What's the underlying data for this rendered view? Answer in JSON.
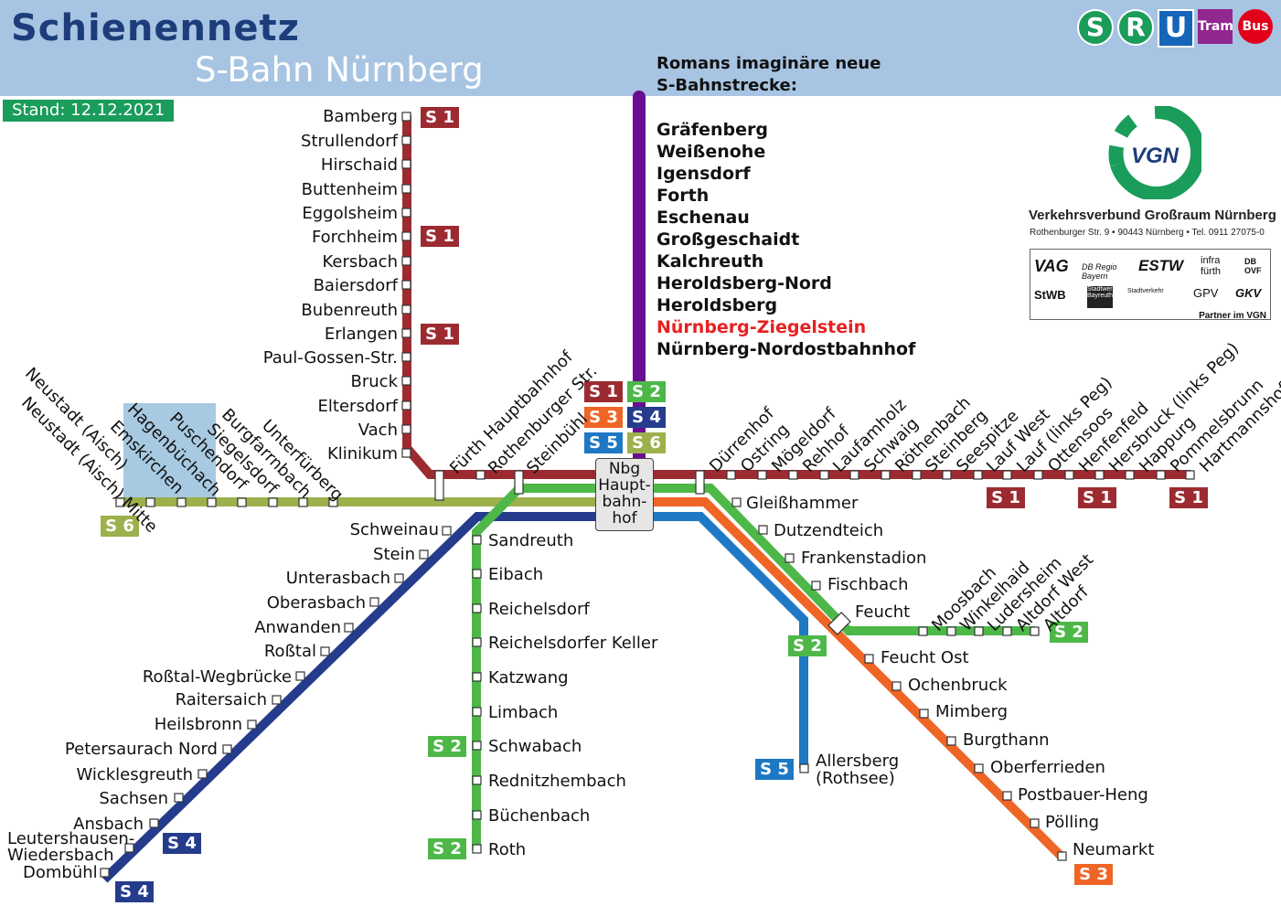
{
  "header": {
    "title": "Schienennetz",
    "subtitle": "S-Bahn Nürnberg",
    "stand": "Stand: 12.12.2021",
    "modes": [
      "S",
      "R",
      "U",
      "Tram",
      "Bus"
    ]
  },
  "colors": {
    "header_bg": "#a7c4e2",
    "s1": "#9c2b31",
    "s2": "#4db848",
    "s3": "#ef6526",
    "s4": "#253c8c",
    "s5": "#1e78c3",
    "s6": "#9cb04c",
    "new_line": "#6a0d91",
    "highlight": "#e82020"
  },
  "lines": {
    "s1": "S 1",
    "s2": "S 2",
    "s3": "S 3",
    "s4": "S 4",
    "s5": "S 5",
    "s6": "S 6"
  },
  "hub": {
    "line1": "Nbg",
    "line2": "Haupt-",
    "line3": "bahn-",
    "line4": "hof"
  },
  "proposal": {
    "heading1": "Romans imaginäre neue",
    "heading2": "S-Bahnstrecke:",
    "stations": [
      "Gräfenberg",
      "Weißenohe",
      "Igensdorf",
      "Forth",
      "Eschenau",
      "Großgeschaidt",
      "Kalchreuth",
      "Heroldsberg-Nord",
      "Heroldsberg"
    ],
    "highlight_station": "Nürnberg-Ziegelstein",
    "last_station": "Nürnberg-Nordostbahnhof"
  },
  "vgn": {
    "logo_text": "VGN",
    "name": "Verkehrsverbund Großraum Nürnberg",
    "address": "Rothenburger Str. 9 • 90443 Nürnberg • Tel. 0911 27075-0",
    "partners": [
      "VAG",
      "DB Regio Bayern",
      "ESTW",
      "infra fürth",
      "DB OVF",
      "StWB",
      "Stadtwerke Bayreuth",
      "Stadtverkehr",
      "GPV",
      "GKV"
    ],
    "partner_label": "Partner im VGN"
  },
  "stations": {
    "north": [
      "Bamberg",
      "Strullendorf",
      "Hirschaid",
      "Buttenheim",
      "Eggolsheim",
      "Forchheim",
      "Kersbach",
      "Baiersdorf",
      "Bubenreuth",
      "Erlangen",
      "Paul-Gossen-Str.",
      "Bruck",
      "Eltersdorf",
      "Vach",
      "Klinikum"
    ],
    "west_s1": [
      "Fürth Hauptbahnhof",
      "Rothenburger Str.",
      "Steinbühl"
    ],
    "west_s6": [
      "Neustadt (Aisch)",
      "Neustadt (Aisch) Mitte",
      "Emskirchen",
      "Hagenbüchach",
      "Puschendorf",
      "Siegelsdorf",
      "Burgfarrnbach",
      "Unterfürberg"
    ],
    "east_s1": [
      "Dürrenhof",
      "Ostring",
      "Mögeldorf",
      "Rehhof",
      "Laufamholz",
      "Schwaig",
      "Röthenbach",
      "Steinberg",
      "Seespitze",
      "Lauf West",
      "Lauf (links Peg)",
      "Ottensoos",
      "Henfenfeld",
      "Hersbruck (links Peg)",
      "Happurg",
      "Pommelsbrunn",
      "Hartmannshof"
    ],
    "s4": [
      "Schweinau",
      "Stein",
      "Unterasbach",
      "Oberasbach",
      "Anwanden",
      "Roßtal",
      "Roßtal-Wegbrücke",
      "Raitersaich",
      "Heilsbronn",
      "Petersaurach Nord",
      "Wicklesgreuth",
      "Sachsen",
      "Ansbach",
      "Leutershausen-",
      "Wiedersbach",
      "Dombühl"
    ],
    "s2_south": [
      "Sandreuth",
      "Eibach",
      "Reichelsdorf",
      "Reichelsdorfer Keller",
      "Katzwang",
      "Limbach",
      "Schwabach",
      "Rednitzhembach",
      "Büchenbach",
      "Roth"
    ],
    "southeast": [
      "Gleißhammer",
      "Dutzendteich",
      "Frankenstadion",
      "Fischbach",
      "Feucht"
    ],
    "s2_east": [
      "Moosbach",
      "Winkelhaid",
      "Ludersheim",
      "Altdorf West",
      "Altdorf"
    ],
    "s5": [
      "Allersberg",
      "(Rothsee)"
    ],
    "s3": [
      "Feucht Ost",
      "Ochenbruck",
      "Mimberg",
      "Burgthann",
      "Oberferrieden",
      "Postbauer-Heng",
      "Pölling",
      "Neumarkt"
    ]
  }
}
